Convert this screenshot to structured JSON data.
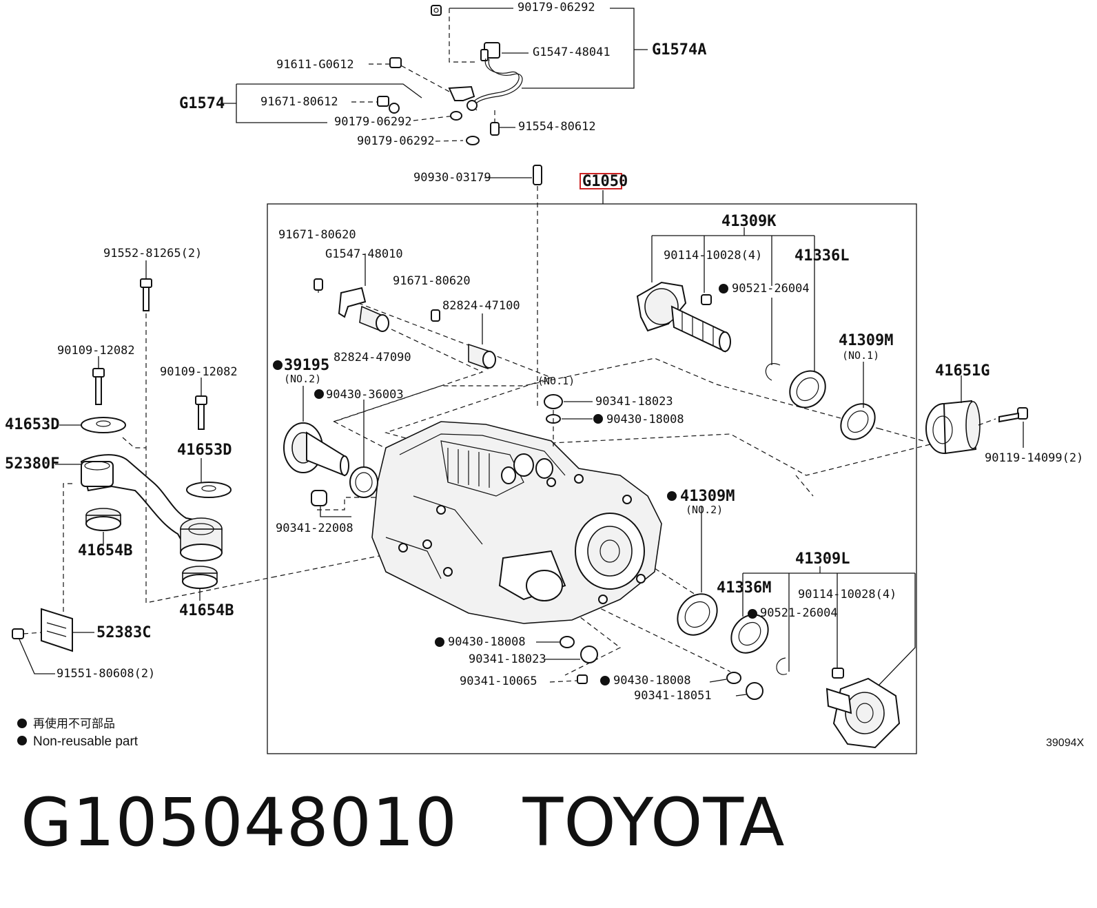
{
  "diagram": {
    "sensor_group": {
      "p1": "90179-06292",
      "p2": "G1547-48041",
      "p3": "G1574A",
      "p4": "91611-G0612",
      "p5": "G1574",
      "p6": "91671-80612",
      "p7": "90179-06292",
      "p8": "91554-80612",
      "p9": "90179-06292"
    },
    "breather": "90930-03179",
    "assembly": "G1050",
    "left_group": {
      "p1": "91552-81265(2)",
      "p2": "90109-12082",
      "p3": "90109-12082",
      "p4": "41653D",
      "p5": "41653D",
      "p6": "52380F",
      "p7": "41654B",
      "p8": "41654B",
      "p9": "52383C",
      "p10": "91551-80608(2)"
    },
    "main_group": {
      "p1": "91671-80620",
      "p2": "G1547-48010",
      "p3": "91671-80620",
      "p4": "82824-47100",
      "p5": "82824-47090",
      "p6": "39195",
      "p6_sub": "(NO.2)",
      "p7": "90430-36003",
      "p8": "(NO.1)",
      "p9": "90341-18023",
      "p10": "90430-18008",
      "p11": "90341-22008",
      "p12": "41309K",
      "p13": "90114-10028(4)",
      "p14": "41336L",
      "p15": "90521-26004",
      "p16": "41309M",
      "p16_sub": "(NO.1)",
      "p17": "41651G",
      "p18": "90119-14099(2)",
      "p19": "41309M",
      "p19_sub": "(NO.2)",
      "p20": "41309L",
      "p21": "41336M",
      "p22": "90114-10028(4)",
      "p23": "90521-26004",
      "p24": "90430-18008",
      "p25": "90341-18023",
      "p26": "90341-10065",
      "p27": "90430-18008",
      "p28": "90341-18051"
    },
    "legend": {
      "jp": "再使用不可部品",
      "en": "Non-reusable part"
    },
    "ref_code": "39094X",
    "highlight_color": "#cc2222"
  },
  "footer": {
    "title": "G105048010   TOYOTA"
  }
}
